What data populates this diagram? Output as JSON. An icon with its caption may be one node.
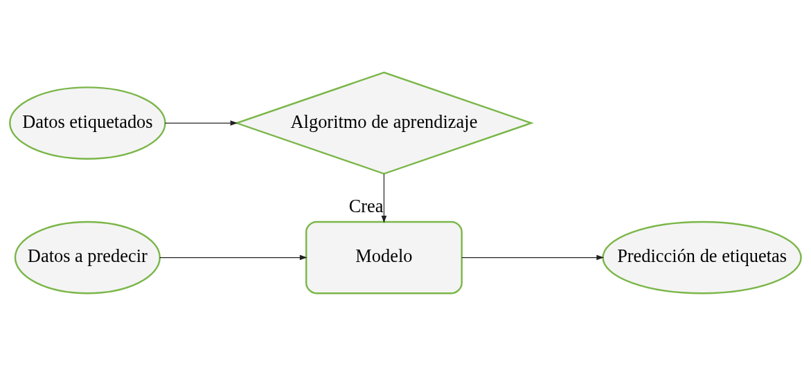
{
  "diagram": {
    "nodes": [
      {
        "text": [
          "Datos etiquetados"
        ]
      },
      {
        "text": [
          "Algoritmo de aprendizaje"
        ]
      },
      {
        "text": [
          "Datos a predecir"
        ]
      },
      {
        "text": [
          "Modelo"
        ]
      },
      {
        "text": [
          "Predicción de etiquetas"
        ]
      }
    ],
    "edges": [
      {
        "from": 0,
        "to": 1,
        "arrow": "to"
      },
      {
        "from": 1,
        "to": 3,
        "arrow": "to",
        "label": "Crea"
      },
      {
        "from": 2,
        "to": 3,
        "arrow": "to"
      },
      {
        "from": 3,
        "to": 4,
        "arrow": "to"
      }
    ]
  }
}
